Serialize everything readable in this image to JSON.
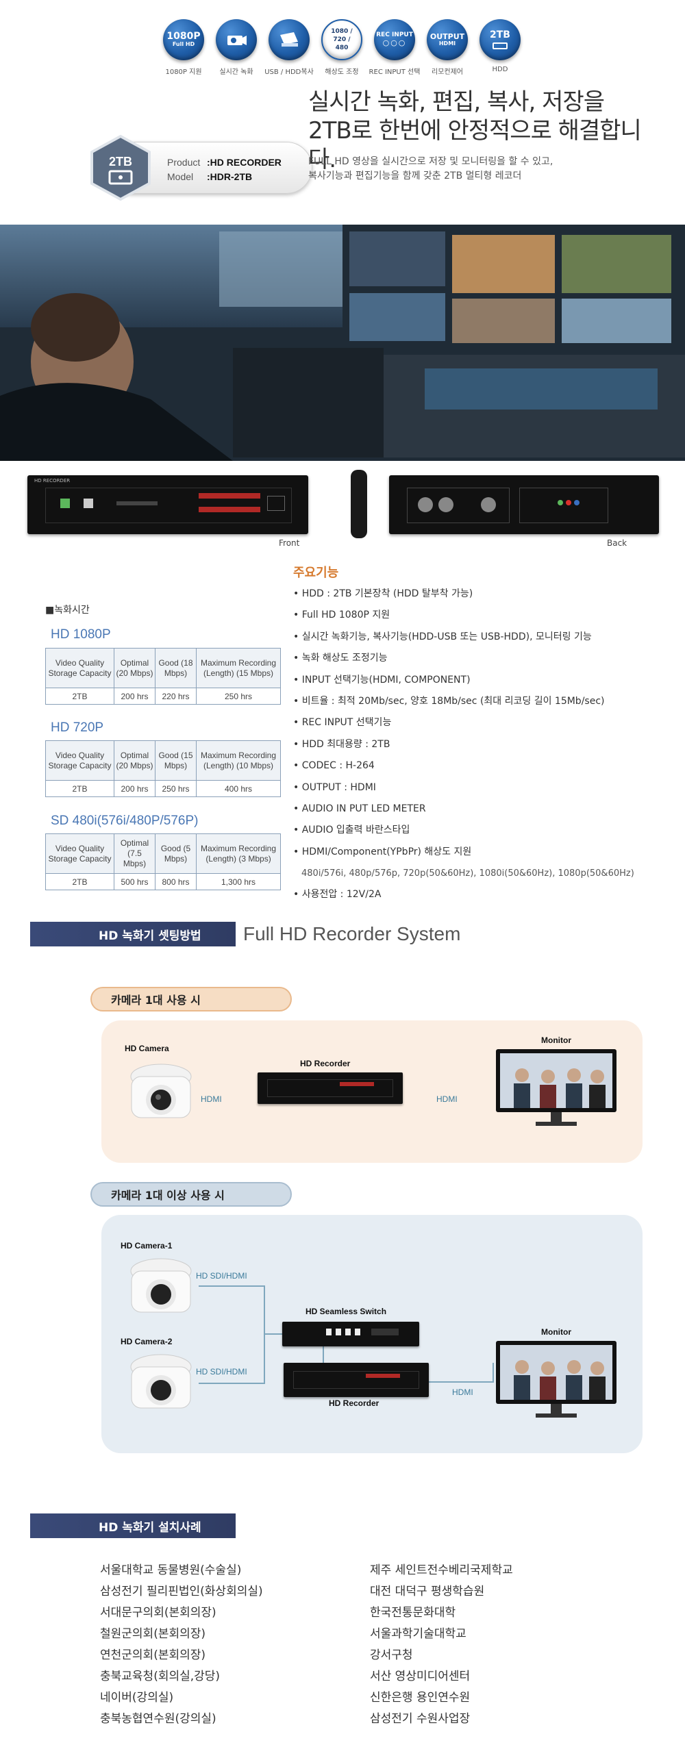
{
  "icons": [
    {
      "name": "1080p-fullhd-icon",
      "line1": "1080P",
      "line2": "Full HD",
      "caption": "1080P 지원"
    },
    {
      "name": "realtime-record-icon",
      "line1": "",
      "line2": "",
      "caption": "실시간 녹화"
    },
    {
      "name": "usb-hdd-copy-icon",
      "line1": "",
      "line2": "",
      "caption": "USB / HDD복사"
    },
    {
      "name": "resolution-icon",
      "line1": "1080 / 720 / 480",
      "line2": "",
      "caption": "해상도 조정"
    },
    {
      "name": "rec-input-icon",
      "line1": "REC INPUT",
      "line2": "",
      "caption": "REC INPUT 선택"
    },
    {
      "name": "output-hdmi-icon",
      "line1": "OUTPUT",
      "line2": "HDMI",
      "caption": "리모컨제어"
    },
    {
      "name": "hdd-2tb-icon",
      "line1": "2TB",
      "line2": "",
      "caption": "HDD"
    }
  ],
  "badge": {
    "capacity": "2TB",
    "product_label": "Product",
    "product_value": ":HD RECORDER",
    "model_label": "Model",
    "model_value": ":HDR-2TB"
  },
  "headline": {
    "line1": "실시간 녹화, 편집, 복사, 저장을",
    "line2": "2TB로 한번에 안정적으로 해결합니다.",
    "sub1": "FULL HD 영상을 실시간으로 저장 및 모니터링을 할 수 있고,",
    "sub2": "복사기능과 편집기능을 함께 갖춘 2TB 멀티형  레코더"
  },
  "device": {
    "front_label": "Front",
    "back_label": "Back",
    "brand": "HD RECORDER"
  },
  "record_time": {
    "title": "■녹화시간",
    "tables": [
      {
        "name": "HD 1080P",
        "headers": [
          "Video Quality Storage Capacity",
          "Optimal (20 Mbps)",
          "Good (18 Mbps)",
          "Maximum Recording (Length) (15 Mbps)"
        ],
        "row": [
          "2TB",
          "200 hrs",
          "220 hrs",
          "250 hrs"
        ]
      },
      {
        "name": "HD 720P",
        "headers": [
          "Video Quality Storage Capacity",
          "Optimal (20 Mbps)",
          "Good (15 Mbps)",
          "Maximum Recording (Length) (10 Mbps)"
        ],
        "row": [
          "2TB",
          "200 hrs",
          "250 hrs",
          "400 hrs"
        ]
      },
      {
        "name": "SD 480i(576i/480P/576P)",
        "headers": [
          "Video Quality Storage Capacity",
          "Optimal (7.5 Mbps)",
          "Good (5 Mbps)",
          "Maximum Recording (Length) (3 Mbps)"
        ],
        "row": [
          "2TB",
          "500 hrs",
          "800 hrs",
          "1,300 hrs"
        ]
      }
    ]
  },
  "features": {
    "title": "주요기능",
    "items": [
      "• HDD : 2TB 기본장착 (HDD 탈부착 가능)",
      "• Full HD 1080P 지원",
      "• 실시간 녹화기능, 복사기능(HDD-USB 또는 USB-HDD), 모니터링 기능",
      "• 녹화 해상도 조정기능",
      "• INPUT 선택기능(HDMI, COMPONENT)",
      "• 비트율 : 최적 20Mb/sec, 양호 18Mb/sec (최대 리코딩 길이 15Mb/sec)",
      "• REC INPUT 선택기능",
      "• HDD 최대용량 : 2TB",
      "• CODEC : H-264",
      "• OUTPUT : HDMI",
      "• AUDIO IN PUT LED METER",
      "• AUDIO 입출력 바란스타입",
      "• HDMI/Component(YPbPr) 해상도 지원"
    ],
    "sub_item": "480i/576i, 480p/576p, 720p(50&60Hz), 1080i(50&60Hz), 1080p(50&60Hz)",
    "last_item": "• 사용전압 : 12V/2A"
  },
  "system": {
    "section_title": "HD 녹화기 셋팅방법",
    "section_en": "Full HD Recorder System",
    "case1": {
      "title": "카메라 1대 사용 시",
      "camera_label": "HD Camera",
      "recorder_label": "HD Recorder",
      "monitor_label": "Monitor",
      "wire1": "HDMI",
      "wire2": "HDMI",
      "bg": "#fbeee3",
      "pill_bg": "#f6ddc4"
    },
    "case2": {
      "title": "카메라 1대 이상 사용 시",
      "camera1_label": "HD Camera-1",
      "camera2_label": "HD Camera-2",
      "switch_label": "HD Seamless Switch",
      "recorder_label": "HD Recorder",
      "monitor_label": "Monitor",
      "wire1": "HD SDI/HDMI",
      "wire2": "HD SDI/HDMI",
      "wire3": "HDMI",
      "bg": "#e6edf3",
      "pill_bg": "#cfdbe6"
    }
  },
  "install": {
    "section_title": "HD 녹화기 설치사례",
    "left": [
      "서울대학교 동물병원(수술실)",
      "삼성전기 필리핀법인(화상회의실)",
      "서대문구의회(본회의장)",
      "철원군의회(본회의장)",
      "연천군의회(본회의장)",
      "충북교육청(회의실,강당)",
      "네이버(강의실)",
      "충북농협연수원(강의실)"
    ],
    "right": [
      "제주 세인트전수베리국제학교",
      "대전 대덕구 평생학습원",
      "한국전통문화대학",
      "서울과학기술대학교",
      "강서구청",
      "서산 영상미디어센터",
      "신한은행 용인연수원",
      "삼성전기 수원사업장"
    ]
  }
}
